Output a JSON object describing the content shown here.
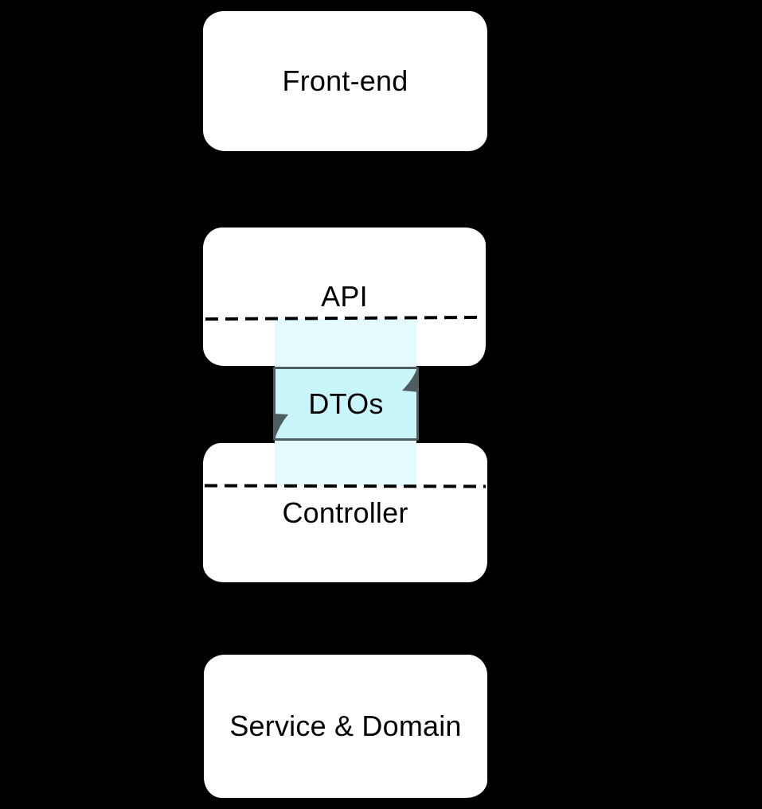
{
  "diagram": {
    "description": "Layered web architecture diagram on black background",
    "background_color": "#000000",
    "box_fill_color": "#ffffff",
    "text_color": "#000000",
    "nodes": [
      {
        "id": "front-end",
        "label": "Front-end"
      },
      {
        "id": "api",
        "label": "API",
        "divider": "dashed"
      },
      {
        "id": "dtos",
        "label": "DTOs",
        "fill_color": "#c8f6fa",
        "border_color": "#4e5d60",
        "band_color": "#e4fafc"
      },
      {
        "id": "controller",
        "label": "Controller",
        "divider": "dashed"
      },
      {
        "id": "service-domain",
        "label": "Service & Domain"
      }
    ]
  }
}
